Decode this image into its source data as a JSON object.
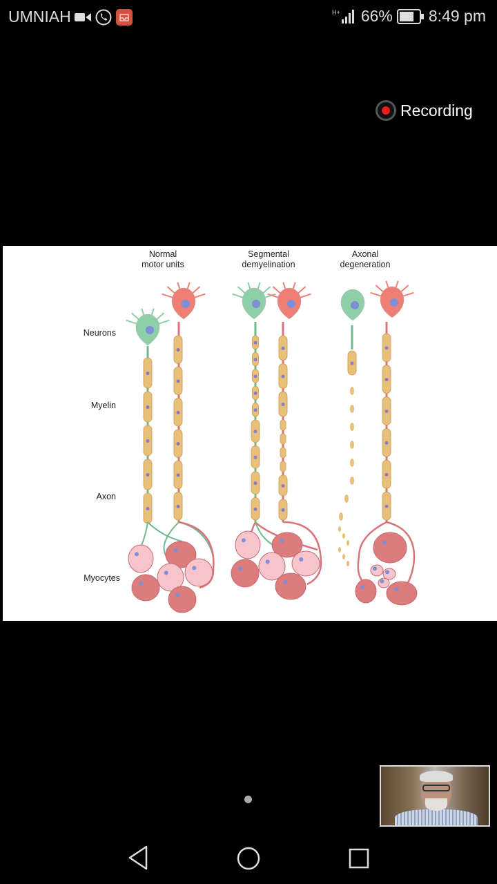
{
  "status_bar": {
    "carrier": "UMNIAH",
    "network": "H+",
    "battery": "66%",
    "time": "8:49 pm",
    "icons": [
      "video-icon",
      "call-icon",
      "inbox-notification-icon",
      "signal-icon",
      "battery-icon"
    ]
  },
  "recording": {
    "label": "Recording",
    "color": "#f21a1a"
  },
  "slide": {
    "columns": [
      "Normal\nmotor units",
      "Segmental\ndemyelination",
      "Axonal\ndegeneration"
    ],
    "column_lines": [
      [
        "Normal",
        "motor units"
      ],
      [
        "Segmental",
        "demyelination"
      ],
      [
        "Axonal",
        "degeneration"
      ]
    ],
    "rows": [
      "Neurons",
      "Myelin",
      "Axon",
      "Myocytes"
    ],
    "colors": {
      "neuron_green": "#8fcfa8",
      "neuron_red": "#ef7f74",
      "myelin": "#e8c07a",
      "myocyte_pink": "#f6c5cb",
      "myocyte_red": "#dc7c7c"
    }
  },
  "nav": {
    "back": "back-button",
    "home": "home-button",
    "recents": "recents-button"
  }
}
